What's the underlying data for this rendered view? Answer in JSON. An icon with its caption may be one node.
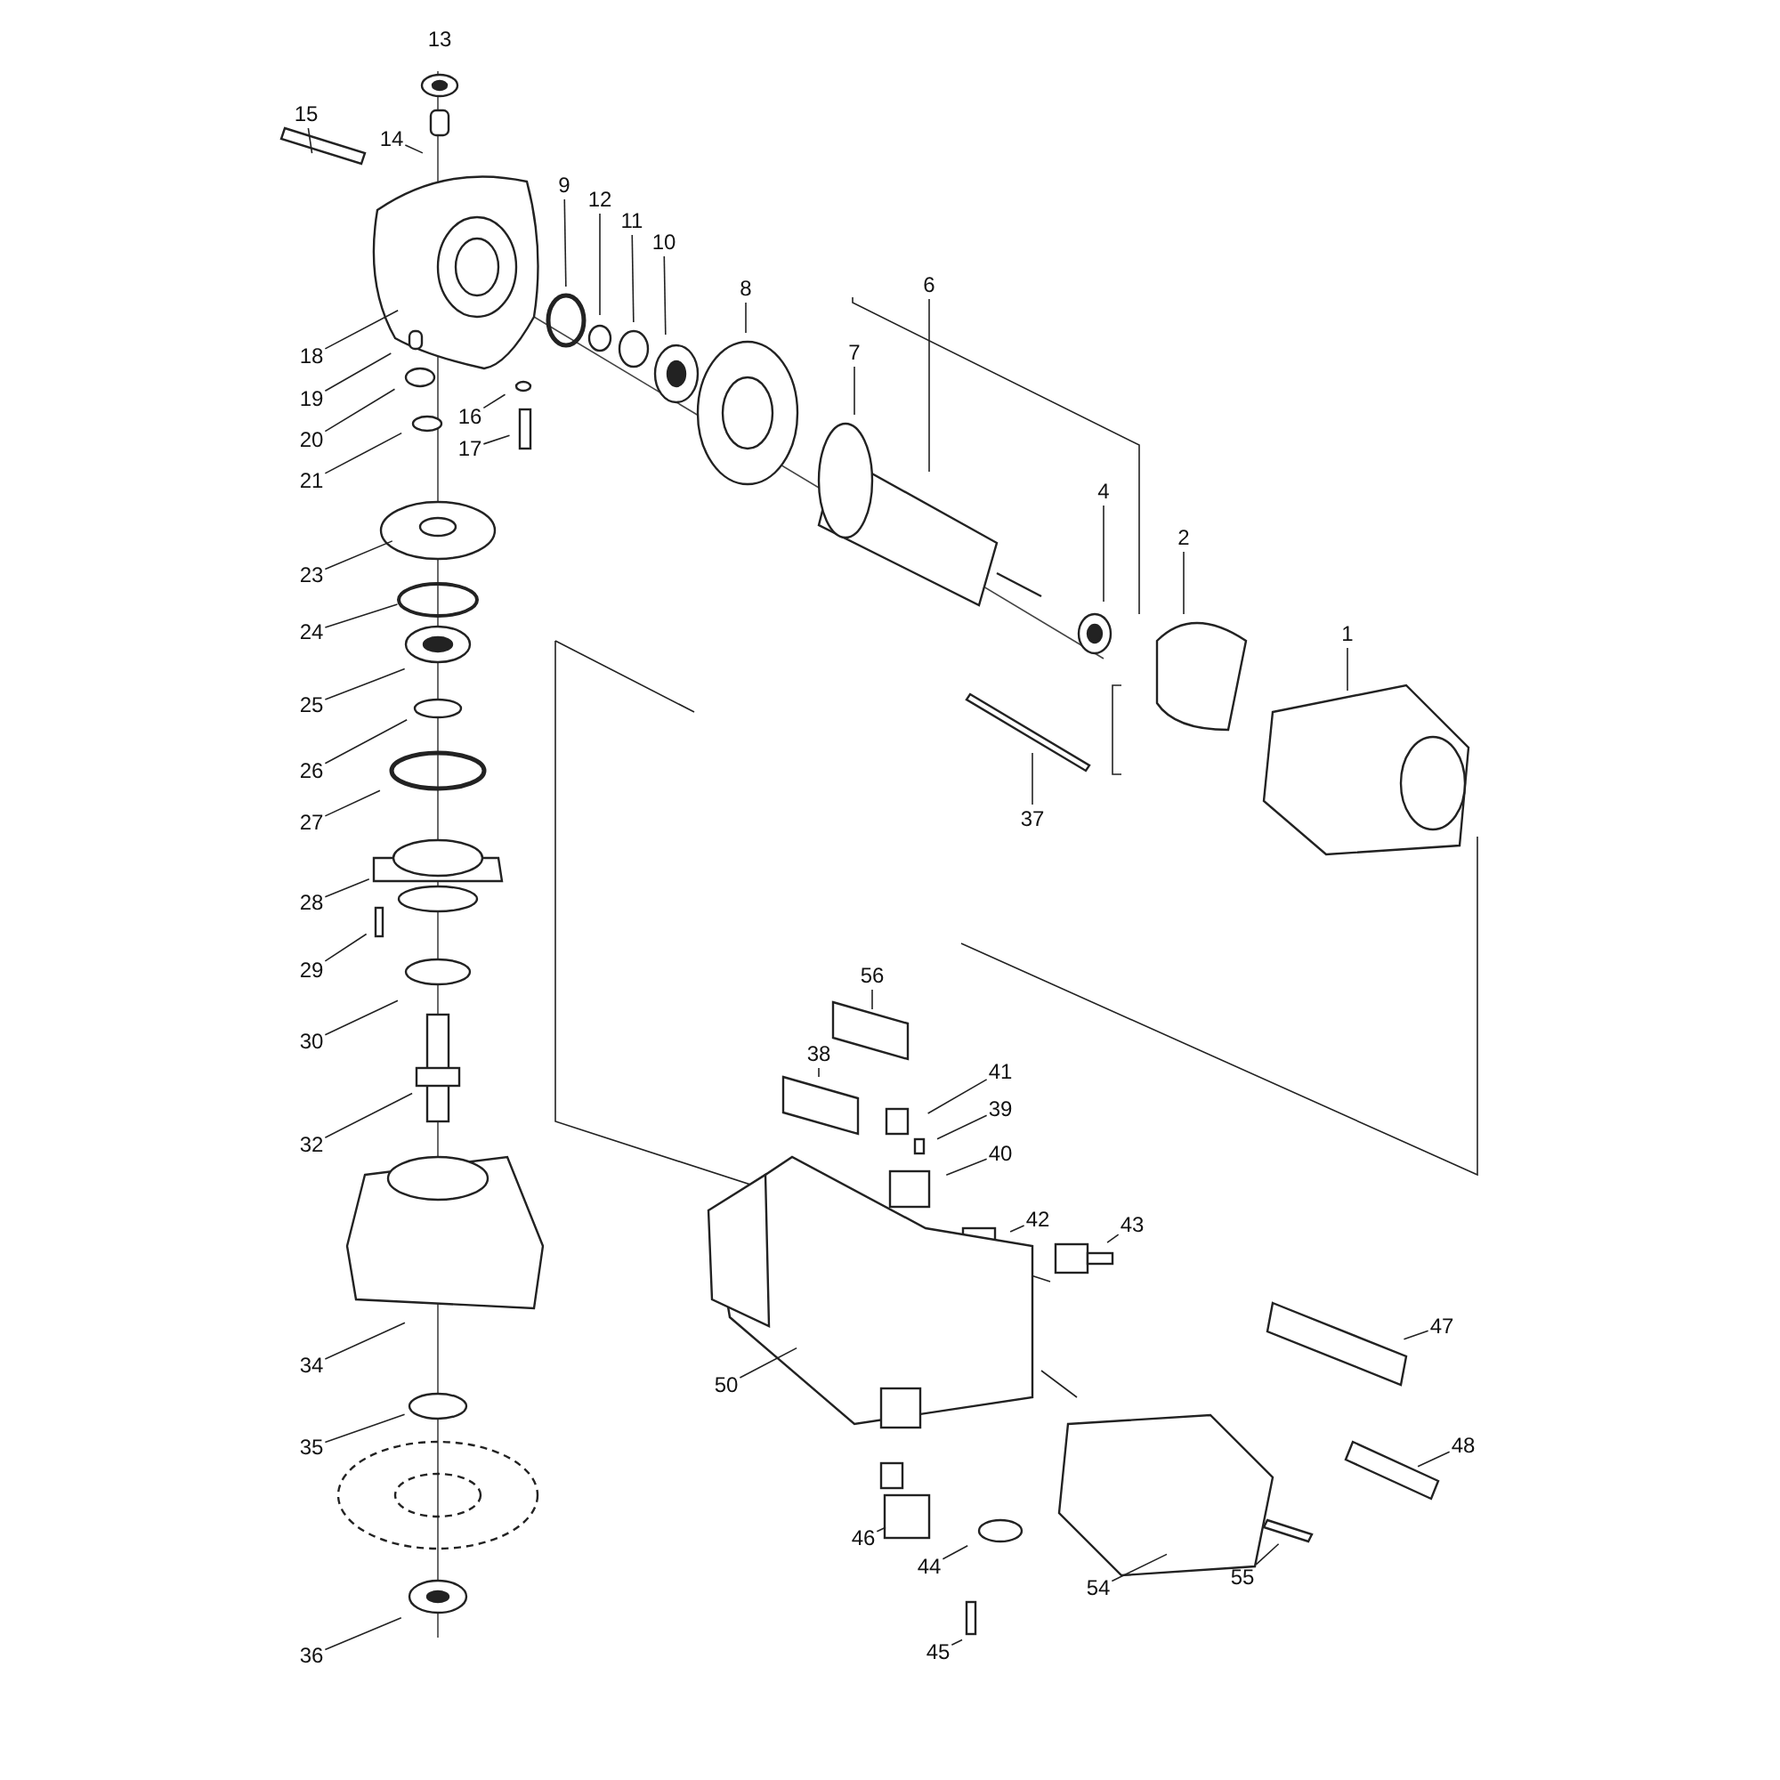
{
  "diagram": {
    "nodes": [
      {
        "text": [
          "15"
        ]
      },
      {
        "text": [
          "14"
        ]
      },
      {
        "text": [
          "9"
        ]
      },
      {
        "text": [
          "12"
        ]
      },
      {
        "text": [
          "11"
        ]
      },
      {
        "text": [
          "10"
        ]
      },
      {
        "text": [
          "8"
        ]
      },
      {
        "text": [
          "6"
        ]
      },
      {
        "text": [
          "7"
        ]
      },
      {
        "text": [
          "4"
        ]
      },
      {
        "text": [
          "2"
        ]
      },
      {
        "text": [
          "1"
        ]
      },
      {
        "text": [
          "37"
        ]
      },
      {
        "text": [
          "18"
        ]
      },
      {
        "text": [
          "19"
        ]
      },
      {
        "text": [
          "20"
        ]
      },
      {
        "text": [
          "21"
        ]
      },
      {
        "text": [
          "16"
        ]
      },
      {
        "text": [
          "17"
        ]
      },
      {
        "text": [
          "23"
        ]
      },
      {
        "text": [
          "24"
        ]
      },
      {
        "text": [
          "25"
        ]
      },
      {
        "text": [
          "26"
        ]
      },
      {
        "text": [
          "27"
        ]
      },
      {
        "text": [
          "28"
        ]
      },
      {
        "text": [
          "29"
        ]
      },
      {
        "text": [
          "30"
        ]
      },
      {
        "text": [
          "32"
        ]
      },
      {
        "text": [
          "34"
        ]
      },
      {
        "text": [
          "35"
        ]
      },
      {
        "text": [
          "36"
        ]
      },
      {
        "text": [
          "56"
        ]
      },
      {
        "text": [
          "38"
        ]
      },
      {
        "text": [
          "41"
        ]
      },
      {
        "text": [
          "39"
        ]
      },
      {
        "text": [
          "40"
        ]
      },
      {
        "text": [
          "42"
        ]
      },
      {
        "text": [
          "43"
        ]
      },
      {
        "text": [
          "50"
        ]
      },
      {
        "text": [
          "47"
        ]
      },
      {
        "text": [
          "48"
        ]
      },
      {
        "text": [
          "46"
        ]
      },
      {
        "text": [
          "44"
        ]
      },
      {
        "text": [
          "45"
        ]
      },
      {
        "text": [
          "54"
        ]
      },
      {
        "text": [
          "55"
        ]
      }
    ],
    "edges": [
      {
        "from": 0,
        "to": null,
        "arrow": "none"
      },
      {
        "from": 1,
        "to": null,
        "arrow": "none"
      },
      {
        "from": 2,
        "to": null,
        "arrow": "none"
      },
      {
        "from": 3,
        "to": null,
        "arrow": "none"
      },
      {
        "from": 4,
        "to": null,
        "arrow": "none"
      },
      {
        "from": 5,
        "to": null,
        "arrow": "none"
      },
      {
        "from": 6,
        "to": null,
        "arrow": "none"
      },
      {
        "from": 7,
        "to": null,
        "arrow": "none"
      },
      {
        "from": 8,
        "to": null,
        "arrow": "none"
      },
      {
        "from": 9,
        "to": null,
        "arrow": "none"
      },
      {
        "from": 10,
        "to": null,
        "arrow": "none"
      },
      {
        "from": 11,
        "to": null,
        "arrow": "none"
      },
      {
        "from": 12,
        "to": null,
        "arrow": "none"
      },
      {
        "from": 13,
        "to": null,
        "arrow": "none"
      },
      {
        "from": 14,
        "to": null,
        "arrow": "none"
      },
      {
        "from": 15,
        "to": null,
        "arrow": "none"
      },
      {
        "from": 16,
        "to": null,
        "arrow": "none"
      },
      {
        "from": 17,
        "to": null,
        "arrow": "none"
      },
      {
        "from": 18,
        "to": null,
        "arrow": "none"
      },
      {
        "from": 19,
        "to": null,
        "arrow": "none"
      },
      {
        "from": 20,
        "to": null,
        "arrow": "none"
      },
      {
        "from": 21,
        "to": null,
        "arrow": "none"
      },
      {
        "from": 22,
        "to": null,
        "arrow": "none"
      },
      {
        "from": 23,
        "to": null,
        "arrow": "none"
      },
      {
        "from": 24,
        "to": null,
        "arrow": "none"
      },
      {
        "from": 25,
        "to": null,
        "arrow": "none"
      },
      {
        "from": 26,
        "to": null,
        "arrow": "none"
      },
      {
        "from": 27,
        "to": null,
        "arrow": "none"
      },
      {
        "from": 28,
        "to": null,
        "arrow": "none"
      },
      {
        "from": 29,
        "to": null,
        "arrow": "none"
      },
      {
        "from": 30,
        "to": null,
        "arrow": "none"
      },
      {
        "from": 31,
        "to": null,
        "arrow": "none"
      },
      {
        "from": 32,
        "to": null,
        "arrow": "none"
      },
      {
        "from": 33,
        "to": null,
        "arrow": "none"
      },
      {
        "from": 34,
        "to": null,
        "arrow": "none"
      },
      {
        "from": 35,
        "to": null,
        "arrow": "none"
      },
      {
        "from": 36,
        "to": null,
        "arrow": "none"
      },
      {
        "from": 37,
        "to": null,
        "arrow": "none"
      },
      {
        "from": 38,
        "to": null,
        "arrow": "none"
      },
      {
        "from": 39,
        "to": null,
        "arrow": "none"
      },
      {
        "from": 40,
        "to": null,
        "arrow": "none"
      },
      {
        "from": 41,
        "to": null,
        "arrow": "none"
      },
      {
        "from": 42,
        "to": null,
        "arrow": "none"
      },
      {
        "from": 43,
        "to": null,
        "arrow": "none"
      },
      {
        "from": 44,
        "to": null,
        "arrow": "none"
      },
      {
        "from": 45,
        "to": null,
        "arrow": "none"
      }
    ],
    "labels": [
      "13"
    ]
  }
}
